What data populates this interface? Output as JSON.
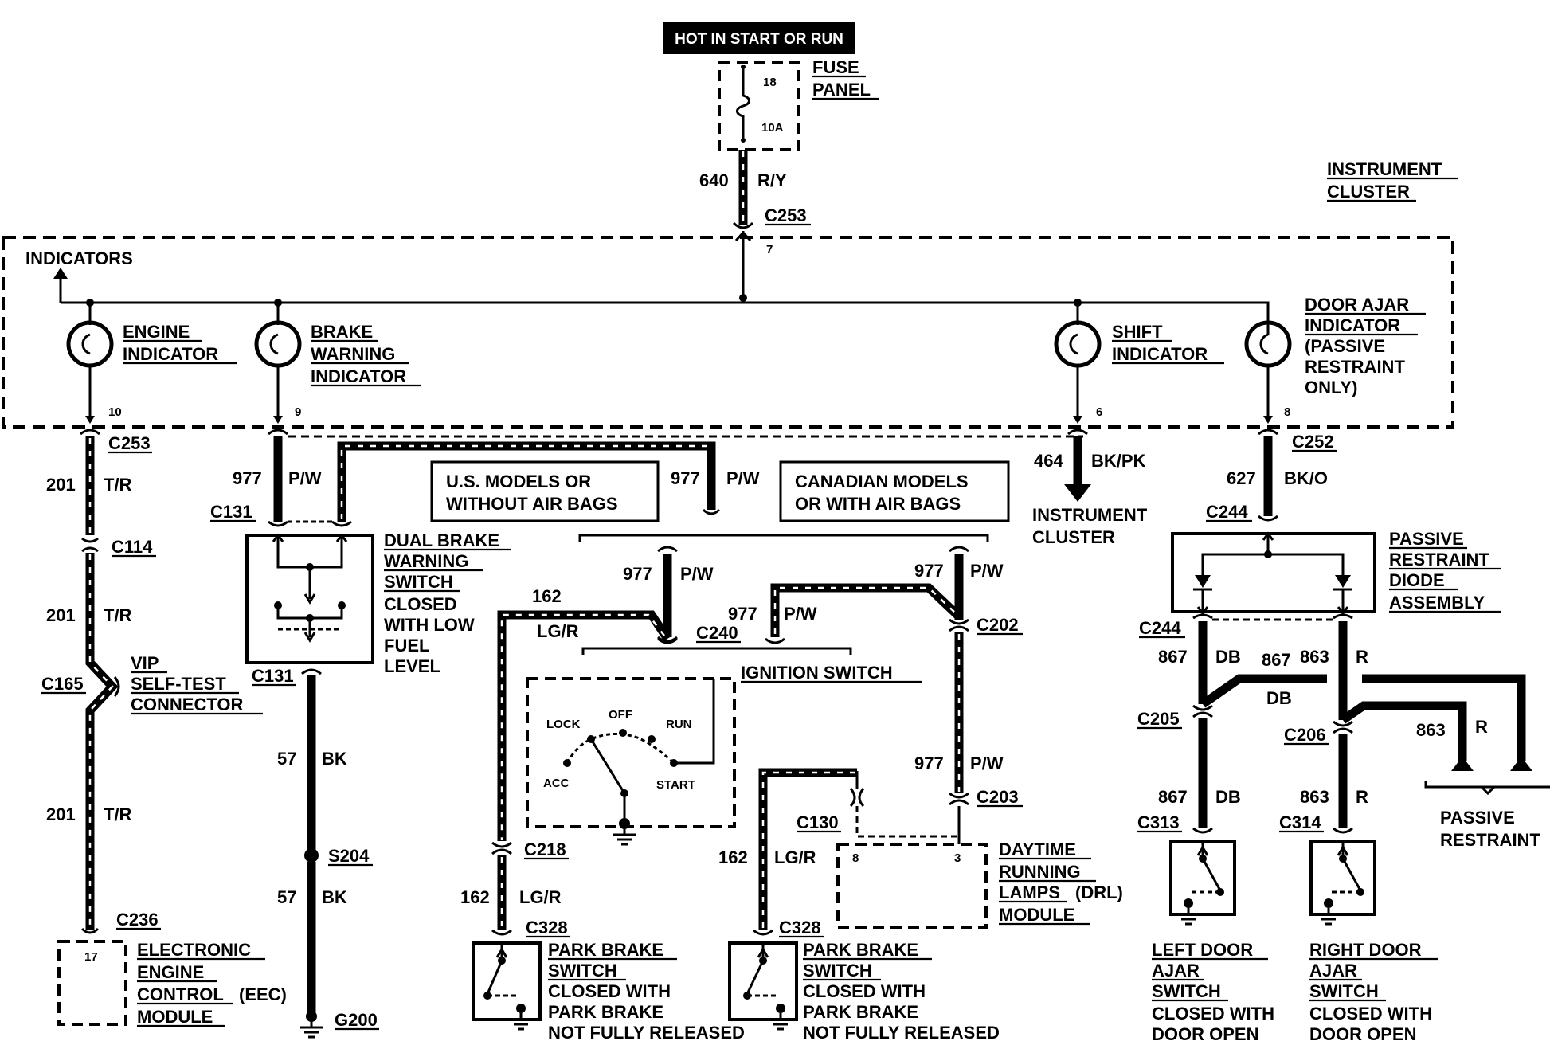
{
  "header": {
    "title": "HOT IN START OR RUN"
  },
  "fuse_panel": {
    "label_1": "FUSE",
    "label_2": "PANEL",
    "fuse_number": "18",
    "rating": "10A"
  },
  "feed": {
    "circuit": "640",
    "color": "R/Y",
    "connector": "C253",
    "pin": "7"
  },
  "cluster": {
    "label_1": "INSTRUMENT",
    "label_2": "CLUSTER",
    "indicators_label": "INDICATORS"
  },
  "lamps": {
    "engine": {
      "line1": "ENGINE",
      "line2": "INDICATOR",
      "pin": "10"
    },
    "brake": {
      "line1": "BRAKE",
      "line2": "WARNING",
      "line3": "INDICATOR",
      "pin": "9"
    },
    "shift": {
      "line1": "SHIFT",
      "line2": "INDICATOR",
      "pin": "6"
    },
    "door": {
      "line1": "DOOR AJAR",
      "line2": "INDICATOR",
      "line3": "(PASSIVE",
      "line4": "RESTRAINT",
      "line5": "ONLY)",
      "pin": "8"
    }
  },
  "eec_branch": {
    "c253": "C253",
    "circuit": "201",
    "color": "T/R",
    "c114": "C114",
    "c165": "C165",
    "vip_1": "VIP",
    "vip_2": "SELF-TEST",
    "vip_3": "CONNECTOR",
    "c236": "C236",
    "pin": "17",
    "module_1": "ELECTRONIC",
    "module_2": "ENGINE",
    "module_3": "CONTROL",
    "module_3b": "(EEC)",
    "module_4": "MODULE"
  },
  "brake_branch": {
    "circuit": "977",
    "color": "P/W",
    "c131": "C131",
    "switch_1": "DUAL BRAKE",
    "switch_2": "WARNING",
    "switch_3": "SWITCH",
    "note_1": "CLOSED",
    "note_2": "WITH LOW",
    "note_3": "FUEL",
    "note_4": "LEVEL",
    "ground_circuit": "57",
    "ground_color": "BK",
    "splice": "S204",
    "ground": "G200"
  },
  "models": {
    "us_1": "U.S. MODELS OR",
    "us_2": "WITHOUT AIR BAGS",
    "ca_1": "CANADIAN MODELS",
    "ca_2": "OR WITH AIR BAGS"
  },
  "ignition": {
    "label": "IGNITION SWITCH",
    "c240": "C240",
    "circuit": "162",
    "color": "LG/R",
    "lock": "LOCK",
    "off": "OFF",
    "run": "RUN",
    "acc": "ACC",
    "start": "START",
    "c202": "C202",
    "c203": "C203",
    "c130": "C130",
    "c218": "C218",
    "c328": "C328"
  },
  "drl": {
    "line1": "DAYTIME",
    "line2": "RUNNING",
    "line3": "LAMPS",
    "line3b": "(DRL)",
    "line4": "MODULE",
    "pin_left": "8",
    "pin_right": "3"
  },
  "park_brake": {
    "line1": "PARK BRAKE",
    "line2": "SWITCH",
    "line3": "CLOSED WITH",
    "line4": "PARK BRAKE",
    "line5": "NOT FULLY RELEASED"
  },
  "shift_branch": {
    "circuit": "464",
    "color": "BK/PK",
    "dest_1": "INSTRUMENT",
    "dest_2": "CLUSTER"
  },
  "door_branch": {
    "c252": "C252",
    "circuit": "627",
    "color": "BK/O",
    "c244": "C244",
    "diode_1": "PASSIVE",
    "diode_2": "RESTRAINT",
    "diode_3": "DIODE",
    "diode_4": "ASSEMBLY",
    "left_circuit": "867",
    "left_color": "DB",
    "right_circuit": "863",
    "right_color": "R",
    "c205": "C205",
    "c206": "C206",
    "c313": "C313",
    "c314": "C314",
    "restraint_1": "PASSIVE",
    "restraint_2": "RESTRAINT",
    "left_1": "LEFT DOOR",
    "left_2": "AJAR",
    "left_3": "SWITCH",
    "right_1": "RIGHT DOOR",
    "right_2": "AJAR",
    "right_3": "SWITCH",
    "note_1": "CLOSED WITH",
    "note_2": "DOOR OPEN"
  }
}
